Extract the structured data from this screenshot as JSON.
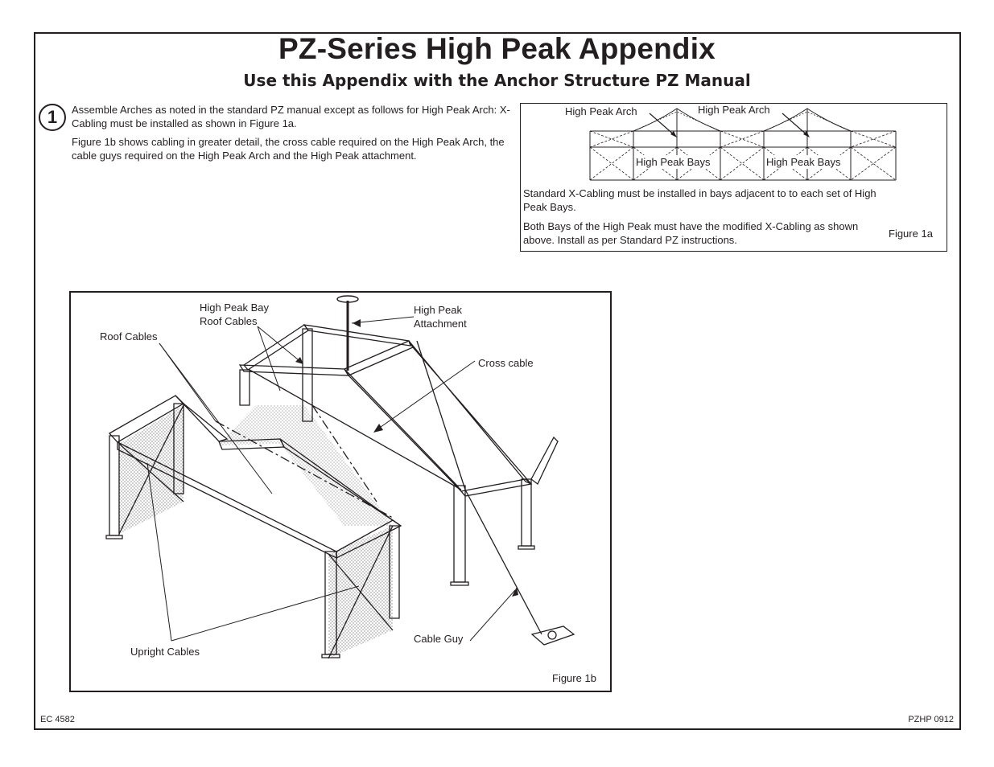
{
  "header": {
    "title": "PZ-Series High Peak Appendix",
    "subtitle": "Use this Appendix with the Anchor Structure PZ Manual"
  },
  "step": {
    "number": "1",
    "para1": "Assemble Arches as noted in the standard PZ manual except as follows for High Peak Arch:  X-Cabling must be installed as shown in Figure 1a.",
    "para2": "Figure 1b shows cabling in greater detail, the cross cable required on the High Peak Arch, the cable guys required on the High Peak Arch and the High Peak attachment."
  },
  "figure_1a": {
    "label_arch_1": "High Peak Arch",
    "label_arch_2": "High Peak Arch",
    "label_bays_1": "High Peak Bays",
    "label_bays_2": "High Peak Bays",
    "note1": "Standard X-Cabling must be installed in bays adjacent to to each set of High Peak Bays.",
    "note2": "Both Bays of the High Peak must have the modified X-Cabling as shown above.  Install as per Standard PZ instructions.",
    "caption": "Figure 1a"
  },
  "figure_1b": {
    "roof_cables": "Roof Cables",
    "high_peak_bay_line1": "High Peak Bay",
    "high_peak_bay_line2": "Roof Cables",
    "attachment_line1": "High Peak",
    "attachment_line2": "Attachment",
    "cross_cable": "Cross cable",
    "upright_cables": "Upright Cables",
    "cable_guy": "Cable Guy",
    "caption": "Figure 1b"
  },
  "footer": {
    "left_code": "EC 4582",
    "right_code": "PZHP 0912"
  }
}
